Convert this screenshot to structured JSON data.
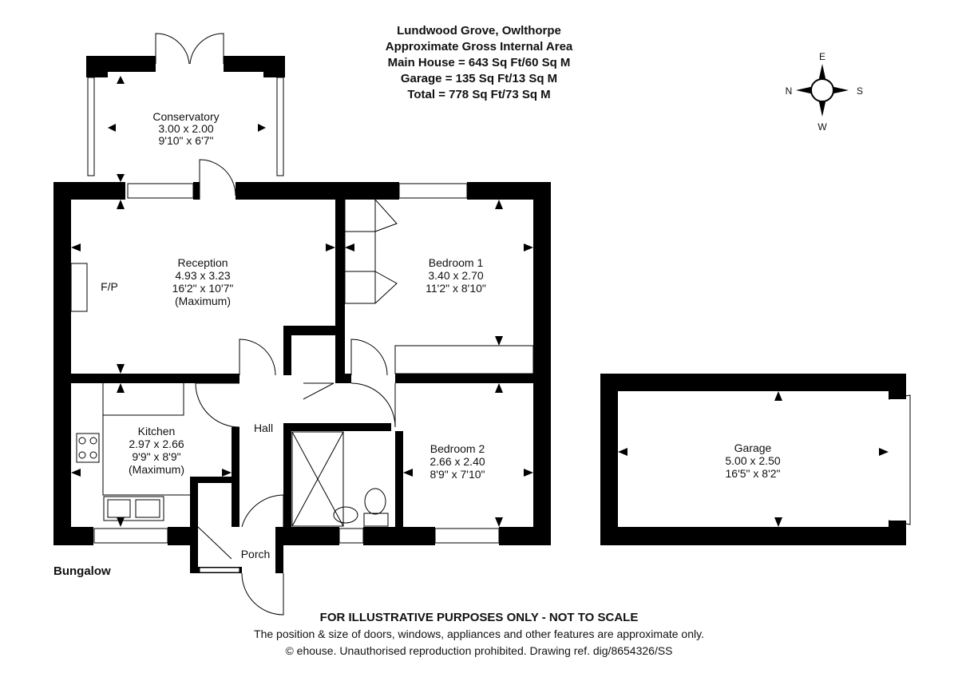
{
  "header": {
    "title": "Lundwood Grove, Owlthorpe",
    "subtitle": "Approximate Gross Internal Area",
    "main_house": "Main House = 643 Sq Ft/60 Sq M",
    "garage": "Garage = 135 Sq Ft/13 Sq M",
    "total": "Total = 778 Sq Ft/73 Sq M"
  },
  "compass": {
    "n": "N",
    "e": "E",
    "s": "S",
    "w": "W"
  },
  "rooms": {
    "conservatory": {
      "name": "Conservatory",
      "metric": "3.00 x 2.00",
      "imperial": "9'10\" x 6'7\""
    },
    "reception": {
      "name": "Reception",
      "metric": "4.93 x 3.23",
      "imperial": "16'2\" x 10'7\"",
      "note": "(Maximum)",
      "fp": "F/P"
    },
    "bedroom1": {
      "name": "Bedroom 1",
      "metric": "3.40 x 2.70",
      "imperial": "11'2\" x 8'10\""
    },
    "kitchen": {
      "name": "Kitchen",
      "metric": "2.97 x 2.66",
      "imperial": "9'9\" x 8'9\"",
      "note": "(Maximum)"
    },
    "hall": {
      "name": "Hall"
    },
    "bedroom2": {
      "name": "Bedroom 2",
      "metric": "2.66 x 2.40",
      "imperial": "8'9\" x 7'10\""
    },
    "porch": {
      "name": "Porch"
    },
    "garage": {
      "name": "Garage",
      "metric": "5.00 x 2.50",
      "imperial": "16'5\" x 8'2\""
    }
  },
  "floor_label": "Bungalow",
  "footer": {
    "disclaimer": "FOR ILLUSTRATIVE PURPOSES ONLY - NOT TO SCALE",
    "note": "The position & size of doors, windows, appliances and other features are approximate only.",
    "copyright": "© ehouse. Unauthorised reproduction prohibited. Drawing ref. dig/8654326/SS"
  }
}
